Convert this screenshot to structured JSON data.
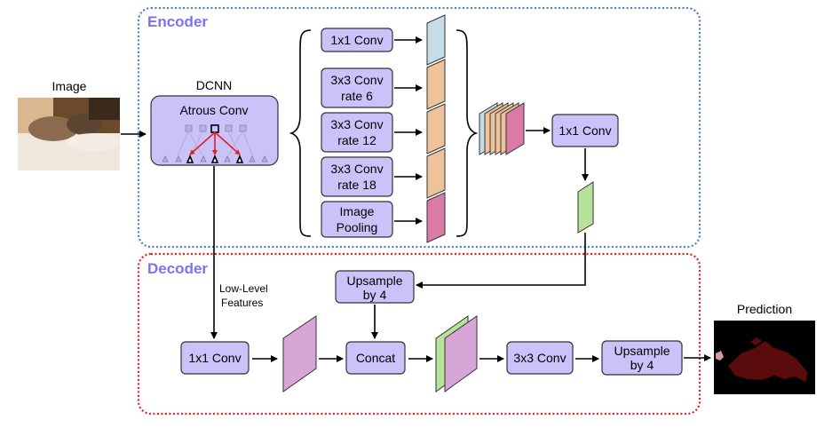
{
  "encoder": {
    "title": "Encoder",
    "dcnn_label": "DCNN",
    "atrous_conv": "Atrous Conv",
    "branches": [
      {
        "line1": "1x1 Conv",
        "line2": "",
        "color": "#c6dde8"
      },
      {
        "line1": "3x3 Conv",
        "line2": "rate 6",
        "color": "#eec39c"
      },
      {
        "line1": "3x3 Conv",
        "line2": "rate 12",
        "color": "#eec39c"
      },
      {
        "line1": "3x3 Conv",
        "line2": "rate 18",
        "color": "#eec39c"
      },
      {
        "line1": "Image",
        "line2": "Pooling",
        "color": "#da7aa6"
      }
    ],
    "conv_1x1": "1x1 Conv"
  },
  "decoder": {
    "title": "Decoder",
    "upsample_top_1": "Upsample",
    "upsample_top_2": "by 4",
    "low_level_1": "Low-Level",
    "low_level_2": "Features",
    "conv_1x1": "1x1 Conv",
    "concat": "Concat",
    "conv_3x3": "3x3 Conv",
    "upsample_bottom_1": "Upsample",
    "upsample_bottom_2": "by 4"
  },
  "input_label": "Image",
  "output_label": "Prediction",
  "colors": {
    "encoder_border": "#4a7fbf",
    "decoder_border": "#e0202a",
    "box_fill": "#c9c3f9",
    "feature_green": "#b6e29a",
    "feature_pink": "#d7a6d6"
  }
}
